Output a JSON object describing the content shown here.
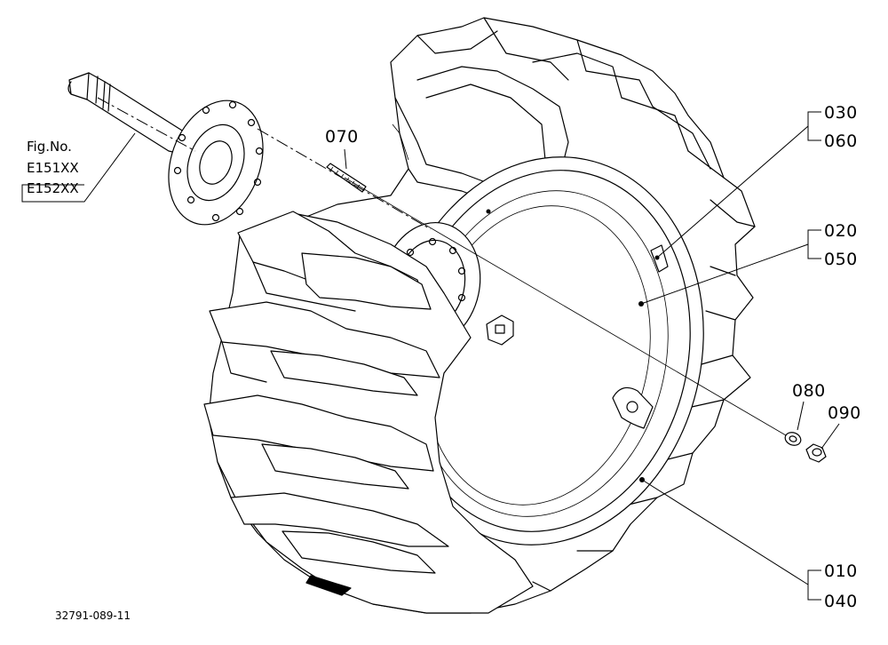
{
  "figure": {
    "fig_label": "Fig.No.",
    "fig_codes": [
      "E151XX",
      "E152XX"
    ],
    "drawing_ref": "32791-089-11"
  },
  "callouts": {
    "p010": "010",
    "p020": "020",
    "p030": "030",
    "p040": "040",
    "p050": "050",
    "p060": "060",
    "p070": "070",
    "p080": "080",
    "p090": "090"
  }
}
